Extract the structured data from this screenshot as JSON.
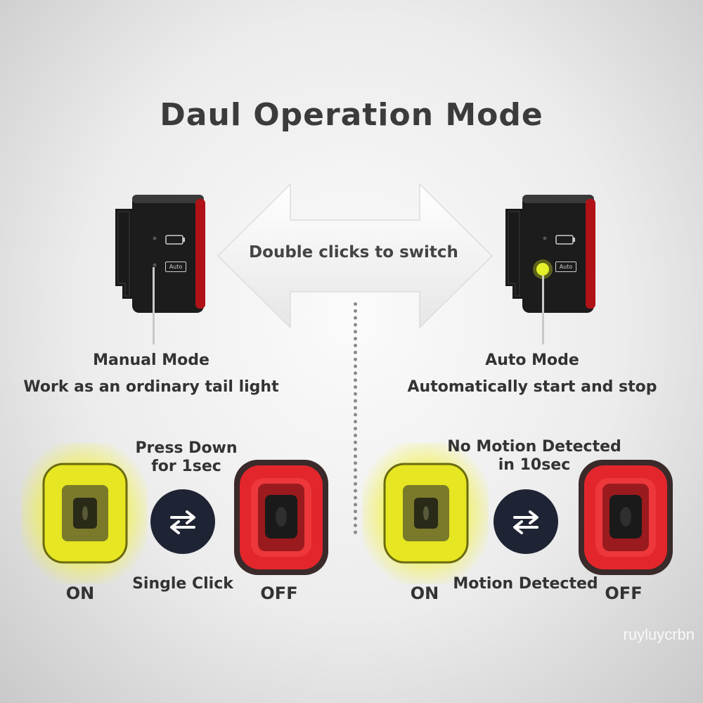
{
  "title": "Daul Operation Mode",
  "switch_label": "Double clicks to switch",
  "manual": {
    "mode_title": "Manual Mode",
    "mode_desc": "Work as an ordinary tail light",
    "press_label_line1": "Press Down",
    "press_label_line2": "for 1sec",
    "click_label": "Single Click",
    "on_label": "ON",
    "off_label": "OFF"
  },
  "auto": {
    "mode_title": "Auto Mode",
    "mode_desc": "Automatically start and stop",
    "nomotion_line1": "No Motion Detected",
    "nomotion_line2": "in 10sec",
    "motion_label": "Motion Detected",
    "on_label": "ON",
    "off_label": "OFF",
    "auto_badge": "Auto"
  },
  "watermark": "ruyluycrbn",
  "colors": {
    "on_glow": "#e6e622",
    "off_glow": "#e3262c",
    "swap_bg": "#1f2434",
    "device_body": "#1c1c1c",
    "device_red": "#b01218"
  },
  "icons": [
    "double-arrow-icon",
    "swap-arrows-icon",
    "battery-icon"
  ]
}
